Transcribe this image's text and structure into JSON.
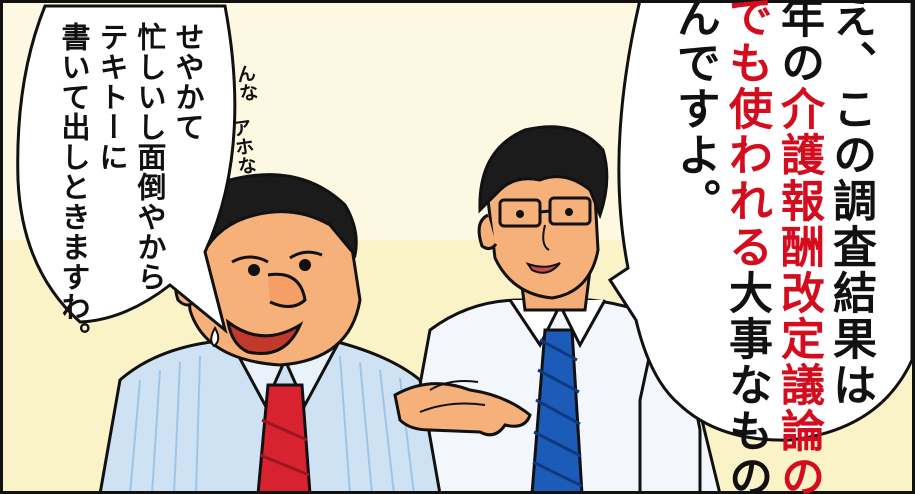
{
  "panel": {
    "left_bubble": {
      "lines": [
        "せやかて",
        "忙しいし面倒やから",
        "テキトーに",
        "書いて出しときますわ。"
      ]
    },
    "sfx": {
      "line1": "んな",
      "line2": "アホな"
    },
    "right_bubble": {
      "l1": "え、この調査結果は",
      "l2a": "年の",
      "l2b": "介護報酬改定議論の",
      "l3a": "でも使われる",
      "l3b": "大事なもの",
      "l4": "んですよ。"
    },
    "colors": {
      "emphasis_red": "#d40d1e",
      "shirt_stripe_blue": "#cfe2f3",
      "red_tie": "#d92230",
      "blue_tie": "#1d5bb8",
      "skin": "#f6b07a",
      "background_cream": "#fbf3c8"
    }
  }
}
